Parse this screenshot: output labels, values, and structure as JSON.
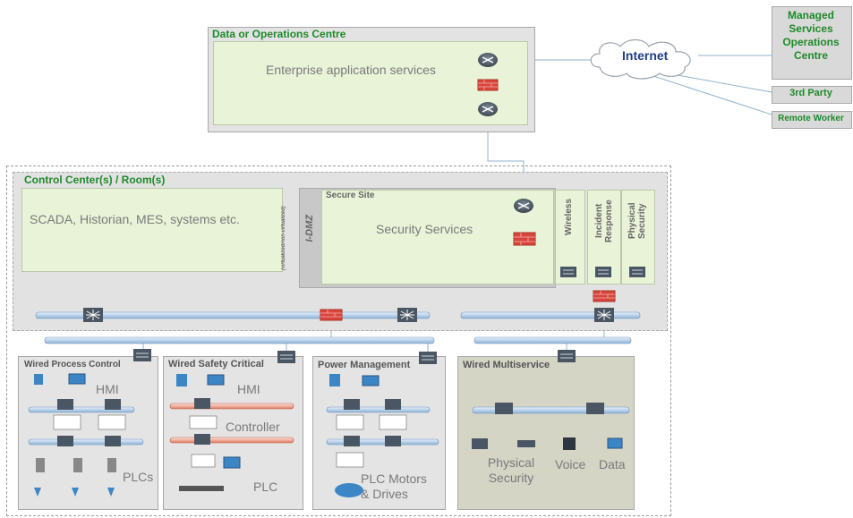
{
  "data_centre": {
    "title": "Data or Operations Centre",
    "enterprise_label": "Enterprise application services"
  },
  "internet": {
    "label": "Internet"
  },
  "managed_services": {
    "label": "Managed Services Operations Centre"
  },
  "third_party": {
    "label": "3rd Party"
  },
  "remote_worker": {
    "label": "Remote Worker"
  },
  "control_center": {
    "title": "Control Center(s) / Room(s)",
    "scada_label": "SCADA, Historian, MES, systems etc.",
    "virtualized_note": "(virtualized/non-virtualized)",
    "idmz_label": "I-DMZ"
  },
  "secure_site": {
    "title": "Secure Site",
    "services_label": "Security Services",
    "columns": [
      "Wireless",
      "Incident Response",
      "Physical Security"
    ]
  },
  "zones": {
    "process_control": {
      "title": "Wired Process Control",
      "hmi": "HMI",
      "plcs": "PLCs"
    },
    "safety_critical": {
      "title": "Wired Safety Critical",
      "hmi": "HMI",
      "controller": "Controller",
      "plc": "PLC"
    },
    "power_management": {
      "title": "Power Management",
      "motors": "PLC Motors & Drives"
    },
    "multiservice": {
      "title": "Wired Multiservice",
      "physical_security": "Physical Security",
      "voice": "Voice",
      "data": "Data"
    }
  },
  "colors": {
    "title_green": "#1f8a2a",
    "internet_blue": "#1f3f86",
    "panel_green": "#e9f3d8",
    "firewall_red": "#d9443c",
    "bus_blue": "#7fa9d4"
  }
}
